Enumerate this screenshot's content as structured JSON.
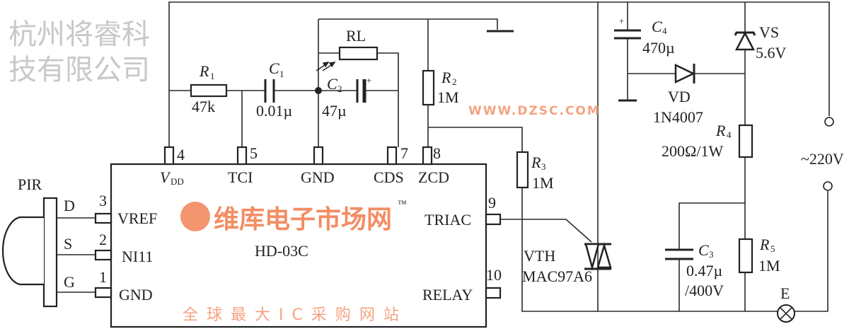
{
  "chip": {
    "name": "HD-03C",
    "pins": {
      "p4": {
        "num": "4",
        "label": "V",
        "sub": "DD"
      },
      "p5": {
        "num": "5",
        "label": "TCI"
      },
      "p6": {
        "label": "GND"
      },
      "p7": {
        "num": "7",
        "label": "CDS"
      },
      "p8": {
        "num": "8",
        "label": "ZCD"
      },
      "p3": {
        "num": "3",
        "label": "VREF"
      },
      "p2": {
        "num": "2",
        "label": "NI11"
      },
      "p1": {
        "num": "1",
        "label": "GND"
      },
      "p9": {
        "num": "9",
        "label": "TRIAC"
      },
      "p10": {
        "num": "10",
        "label": "RELAY"
      }
    }
  },
  "pir": {
    "name": "PIR",
    "d": "D",
    "s": "S",
    "g": "G"
  },
  "components": {
    "r1": {
      "ref": "R",
      "sub": "1",
      "value": "47k"
    },
    "c1": {
      "ref": "C",
      "sub": "1",
      "value": "0.01µ"
    },
    "rl": {
      "ref": "RL"
    },
    "c2": {
      "ref": "C",
      "sub": "2",
      "value": "47µ",
      "plus": "+"
    },
    "r2": {
      "ref": "R",
      "sub": "2",
      "value": "1M"
    },
    "r3": {
      "ref": "R",
      "sub": "3",
      "value": "1M"
    },
    "vth": {
      "ref": "VTH",
      "value": "MAC97A6"
    },
    "c4": {
      "ref": "C",
      "sub": "4",
      "value": "470µ",
      "plus": "+"
    },
    "vs": {
      "ref": "VS",
      "value": "5.6V"
    },
    "vd": {
      "ref": "VD",
      "value": "1N4007"
    },
    "r4": {
      "ref": "R",
      "sub": "4",
      "value": "200Ω/1W"
    },
    "c3": {
      "ref": "C",
      "sub": "3",
      "value": "0.47µ",
      "value2": "/400V"
    },
    "r5": {
      "ref": "R",
      "sub": "5",
      "value": "1M"
    },
    "lamp": {
      "ref": "E"
    },
    "supply": {
      "label": "~220V"
    }
  },
  "watermark": {
    "company": "杭州将睿科技有限公司",
    "brand": "维库电子市场网",
    "tm": "™",
    "url": "WWW.DZSC.COM",
    "slogan": "全球最大IC采购网站"
  }
}
